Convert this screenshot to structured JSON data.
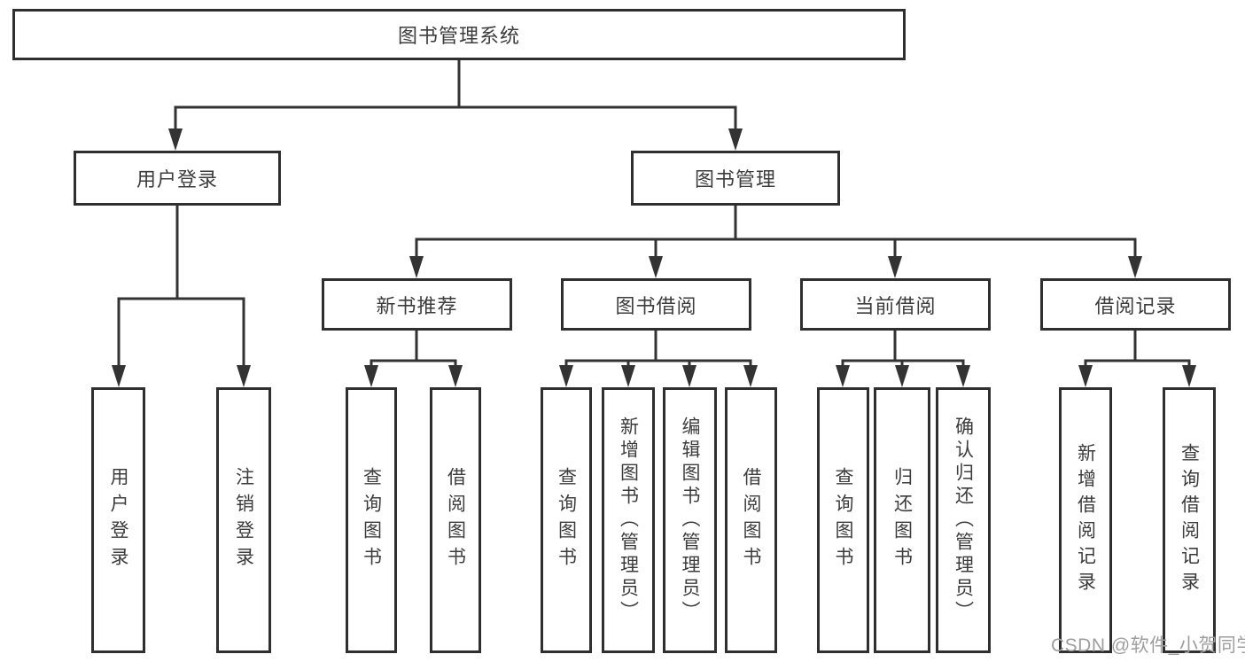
{
  "tree": {
    "label": "图书管理系统",
    "children": [
      {
        "label": "用户登录",
        "children": [
          {
            "label": "用户登录"
          },
          {
            "label": "注销登录"
          }
        ]
      },
      {
        "label": "图书管理",
        "children": [
          {
            "label": "新书推荐",
            "children": [
              {
                "label": "查询图书"
              },
              {
                "label": "借阅图书"
              }
            ]
          },
          {
            "label": "图书借阅",
            "children": [
              {
                "label": "查询图书"
              },
              {
                "label": "新增图书（管理员）"
              },
              {
                "label": "编辑图书（管理员）"
              },
              {
                "label": "借阅图书"
              }
            ]
          },
          {
            "label": "当前借阅",
            "children": [
              {
                "label": "查询图书"
              },
              {
                "label": "归还图书"
              },
              {
                "label": "确认归还（管理员）"
              }
            ]
          },
          {
            "label": "借阅记录",
            "children": [
              {
                "label": "新增借阅记录"
              },
              {
                "label": "查询借阅记录"
              }
            ]
          }
        ]
      }
    ]
  },
  "watermark": {
    "text": "CSDN @软件_小贺同学"
  },
  "colors": {
    "line": "#333333",
    "box_border": "#2f2f2f",
    "text": "#3c3c3c",
    "watermark": "#9e9e9e",
    "background": "#ffffff"
  }
}
